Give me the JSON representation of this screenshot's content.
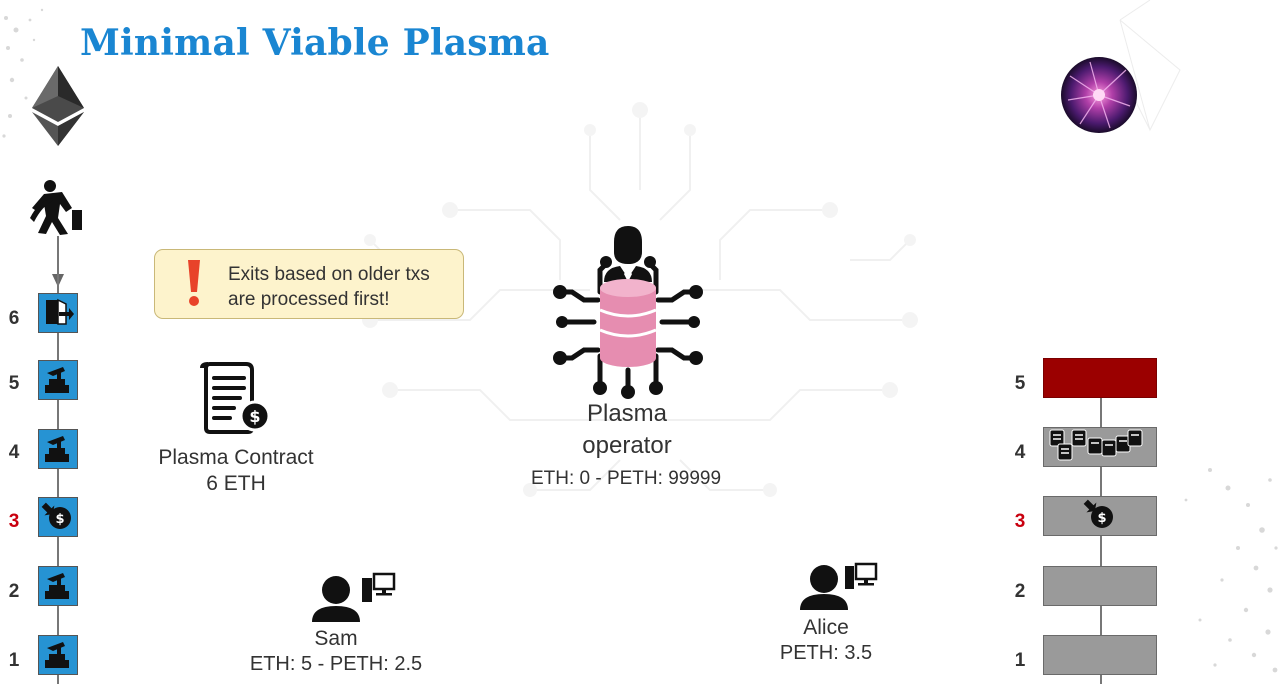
{
  "title": "Minimal Viable Plasma",
  "callout": {
    "line1": "Exits based on older txs",
    "line2": "are processed first!"
  },
  "contract": {
    "name": "Plasma Contract",
    "balance": "6 ETH"
  },
  "operator": {
    "line1": "Plasma",
    "line2": "operator",
    "balance": "ETH: 0 - PETH: 99999"
  },
  "sam": {
    "name": "Sam",
    "balance": "ETH: 5 - PETH: 2.5"
  },
  "alice": {
    "name": "Alice",
    "balance": "PETH: 3.5"
  },
  "left_chain": [
    {
      "number": "6",
      "highlight": false,
      "icon": "exit-door-icon"
    },
    {
      "number": "5",
      "highlight": false,
      "icon": "miner-block-icon"
    },
    {
      "number": "4",
      "highlight": false,
      "icon": "miner-block-icon"
    },
    {
      "number": "3",
      "highlight": true,
      "icon": "deposit-coin-icon"
    },
    {
      "number": "2",
      "highlight": false,
      "icon": "miner-block-icon"
    },
    {
      "number": "1",
      "highlight": false,
      "icon": "miner-block-icon"
    }
  ],
  "right_chain": [
    {
      "number": "5",
      "highlight": false,
      "content": "red-block"
    },
    {
      "number": "4",
      "highlight": false,
      "content": "transactions-icon"
    },
    {
      "number": "3",
      "highlight": true,
      "content": "deposit-coin-icon"
    },
    {
      "number": "2",
      "highlight": false,
      "content": "empty"
    },
    {
      "number": "1",
      "highlight": false,
      "content": "empty"
    }
  ],
  "colors": {
    "title": "#1a86d2",
    "left_block": "#2693d3",
    "right_block": "#9a9a9a",
    "red_block": "#9b0000",
    "highlight_number": "#c9000f",
    "callout_bg": "#fdf3cc",
    "database": "#e68db0"
  }
}
